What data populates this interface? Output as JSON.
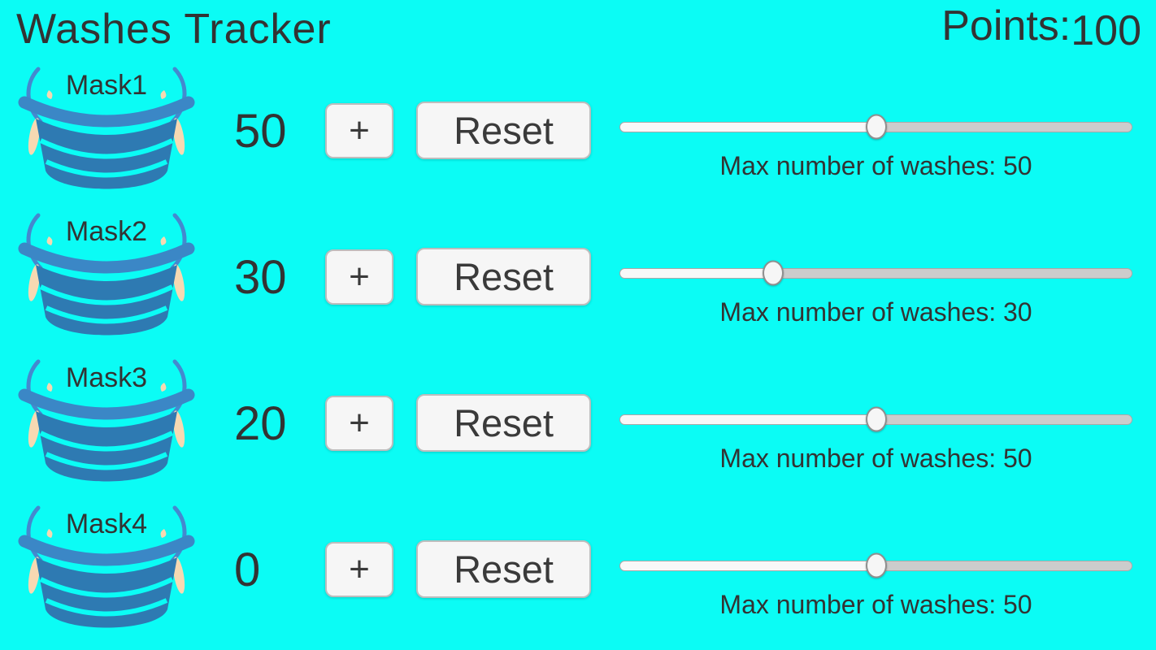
{
  "app": {
    "title": "Washes Tracker",
    "points_label": "Points:",
    "points_value": "100"
  },
  "controls": {
    "increment_label": "+",
    "reset_label": "Reset",
    "max_washes_prefix": "Max number of washes: "
  },
  "colors": {
    "background": "#0bfcf5",
    "text": "#333333",
    "mask_body": "#2e7ab2",
    "mask_hem": "#3b87c6",
    "mask_loop": "#4489cf",
    "mask_skin_accent": "#f6d9b2",
    "button_background": "#f6f6f6",
    "button_border": "#bdbdbd",
    "slider_fill": "#f8f8f8",
    "slider_track": "#cccccc"
  },
  "masks": [
    {
      "name": "Mask1",
      "count": "50",
      "max_washes": "50",
      "slider_percent": 50
    },
    {
      "name": "Mask2",
      "count": "30",
      "max_washes": "30",
      "slider_percent": 30
    },
    {
      "name": "Mask3",
      "count": "20",
      "max_washes": "50",
      "slider_percent": 50
    },
    {
      "name": "Mask4",
      "count": "0",
      "max_washes": "50",
      "slider_percent": 50
    }
  ]
}
